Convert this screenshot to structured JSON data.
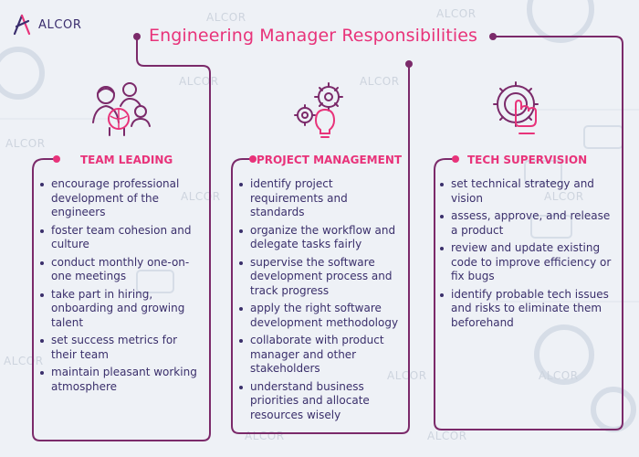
{
  "brand": {
    "name": "ALCOR",
    "watermark": "ALCOR"
  },
  "title": "Engineering Manager Responsibilities",
  "colors": {
    "accent": "#e8337a",
    "line": "#7b2a6a",
    "text": "#3a2f6b",
    "background": "#eef1f6"
  },
  "columns": [
    {
      "icon": "team-people-icon",
      "title": "TEAM LEADING",
      "items": [
        "encourage professional development of the engineers",
        "foster team cohesion and culture",
        "conduct monthly one-on-one meetings",
        "take part in hiring, onboarding and growing talent",
        "set success metrics for their team",
        "maintain pleasant working atmosphere"
      ]
    },
    {
      "icon": "gears-lightbulb-icon",
      "title": "PROJECT MANAGEMENT",
      "items": [
        "identify project requirements and standards",
        "organize the workflow and delegate tasks fairly",
        "supervise the software development process and track progress",
        "apply the right software development methodology",
        "collaborate with product manager and other stakeholders",
        "understand business priorities and allocate resources wisely"
      ]
    },
    {
      "icon": "touch-gear-icon",
      "title": "TECH SUPERVISION",
      "items": [
        "set technical strategy and vision",
        "assess, approve, and release a product",
        "review and update existing code to improve efficiency or fix bugs",
        "identify probable tech issues and risks to eliminate them beforehand"
      ]
    }
  ]
}
